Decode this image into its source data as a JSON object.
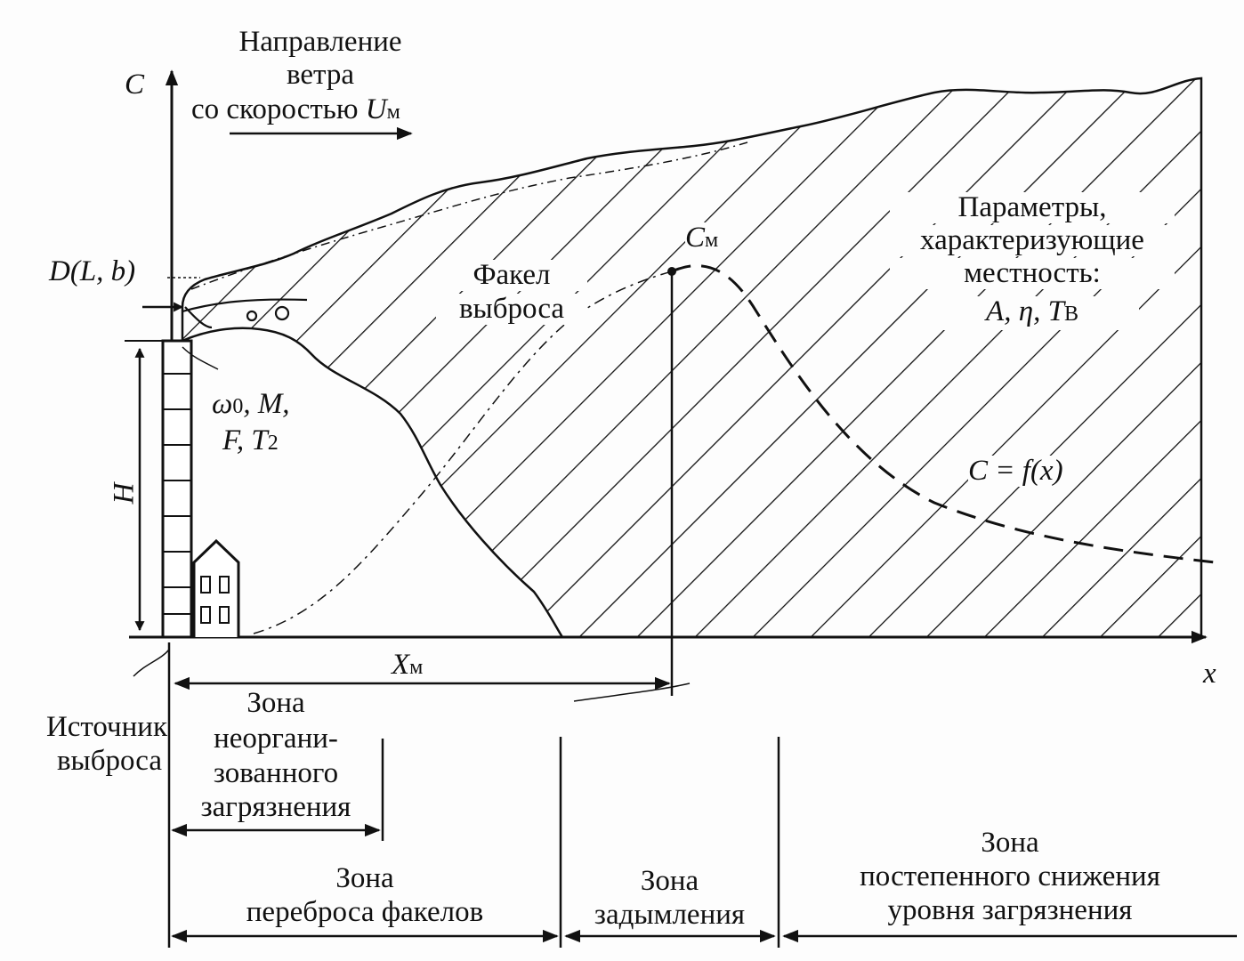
{
  "axes": {
    "y_label": "C",
    "x_label": "x"
  },
  "wind": {
    "line1": "Направление",
    "line2": "ветра",
    "line3_text": "со скоростью",
    "speed_symbol": "U",
    "speed_sub": "м"
  },
  "source_size": {
    "text": "D(L, b)"
  },
  "height_label": "H",
  "emission_params": {
    "line1": "ω",
    "line1_sub": "0",
    "line1_rest": ", M,",
    "line2": "F, T",
    "line2_sub": "2"
  },
  "plume": {
    "line1": "Факел",
    "line2": "выброса"
  },
  "max_conc": {
    "symbol": "C",
    "sub": "м"
  },
  "terrain_params": {
    "line1": "Параметры,",
    "line2": "характеризующие",
    "line3": "местность:",
    "line4": "A, η, T",
    "line4_sub": "B"
  },
  "function_label": "C = f(x)",
  "xm_label": {
    "symbol": "X",
    "sub": "м"
  },
  "source_label": {
    "line1": "Источник",
    "line2": "выброса"
  },
  "zones": {
    "unorganized": [
      "Зона",
      "неоргани-",
      "зованного",
      "загрязнения"
    ],
    "transfer": [
      "Зона",
      "переброса факелов"
    ],
    "smoke": [
      "Зона",
      "задымления"
    ],
    "decrease": [
      "Зона",
      "постепенного снижения",
      "уровня загрязнения"
    ]
  },
  "colors": {
    "ink": "#111111",
    "background": "#fdfdfd"
  }
}
